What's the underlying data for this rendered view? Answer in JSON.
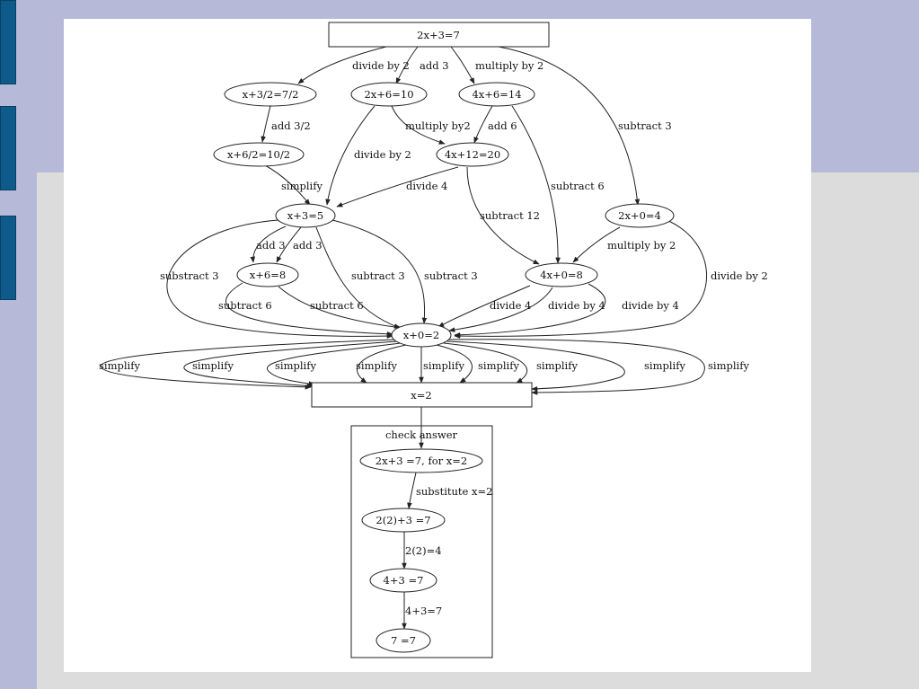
{
  "colors": {
    "background": "#dcdcdc",
    "banner": "#b6bad8",
    "tab": "#0e5a8a",
    "slide": "#ffffff",
    "ink": "#222222"
  },
  "nodes": {
    "start": "2x+3=7",
    "n1": "x+3/2=7/2",
    "n2": "2x+6=10",
    "n3": "4x+6=14",
    "n4": "x+6/2=10/2",
    "n5": "4x+12=20",
    "n6": "x+3=5",
    "n7": "2x+0=4",
    "n8": "x+6=8",
    "n9": "4x+0=8",
    "n10": "x+0=2",
    "result": "x=2",
    "c1": "2x+3 =7, for x=2",
    "c2": "2(2)+3 =7",
    "c3": "4+3 =7",
    "c4": "7 =7"
  },
  "cluster_label": "check answer",
  "edges": {
    "e1": "divide by 2",
    "e2": "add 3",
    "e3": "multiply by 2",
    "e4": "subtract 3",
    "e5": "add 3/2",
    "e6": "multiply by2",
    "e7": "add 6",
    "e8": "divide by 2",
    "e9": "simplify",
    "e10": "divide 4",
    "e11": "subtract 6",
    "e12": "subtract 12",
    "e13": "multiply by 2",
    "e14": "add 3",
    "e15": "add 3",
    "e16": "substract 3",
    "e17": "subtract 3",
    "e18": "subtract 3",
    "e19": "divide by 2",
    "e20": "subtract 6",
    "e21": "subtract 6",
    "e22": "divide 4",
    "e23": "divide by 4",
    "e24": "divide by 4",
    "s1": "simplify",
    "s2": "simplify",
    "s3": "simplify",
    "s4": "simplify",
    "s5": "simplify",
    "s6": "simplify",
    "s7": "simplify",
    "s8": "simplify",
    "s9": "simplify",
    "k1": "substitute x=2",
    "k2": "2(2)=4",
    "k3": "4+3=7"
  }
}
